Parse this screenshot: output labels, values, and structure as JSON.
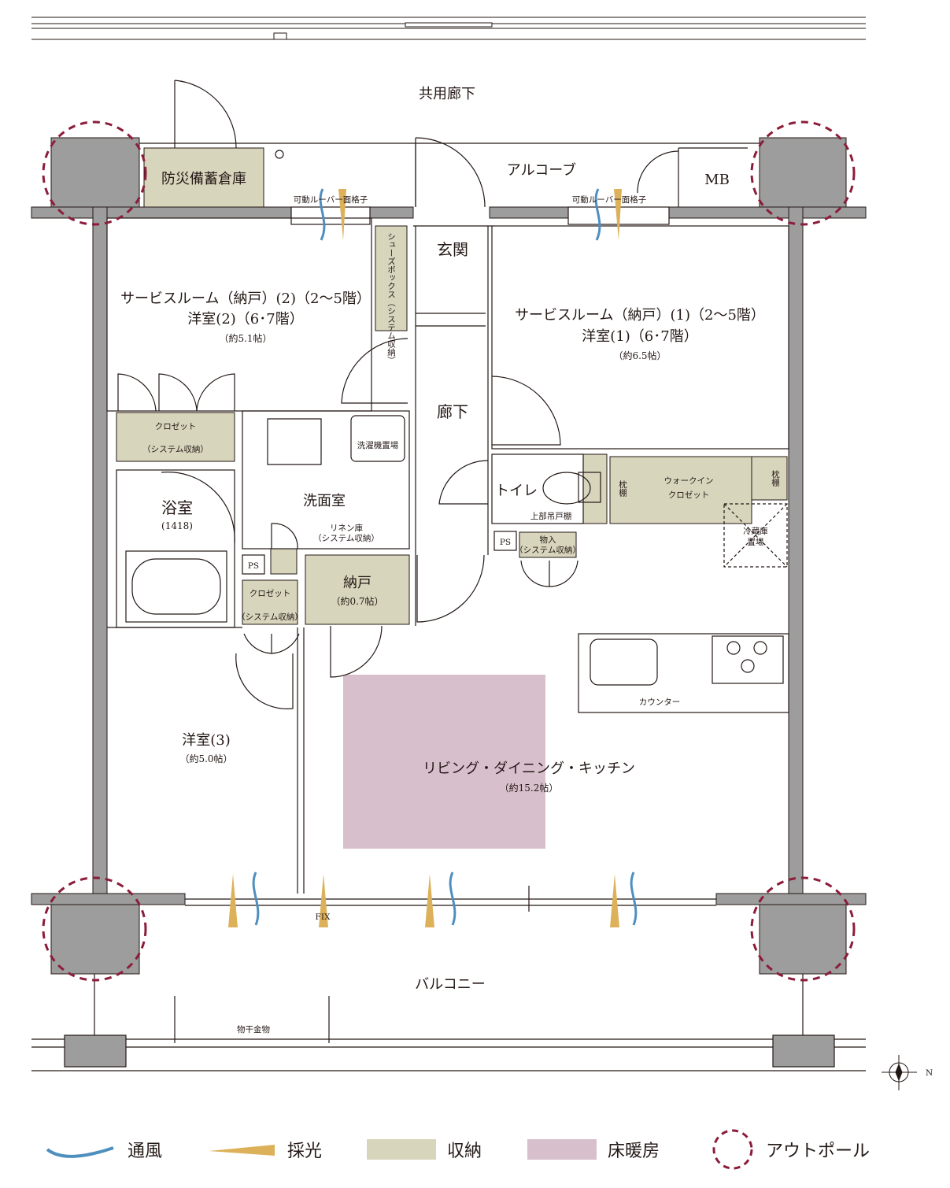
{
  "colors": {
    "wall": "#9d9d9d",
    "storage": "#d8d5bd",
    "floor_heating": "#d8bfcc",
    "wind": "#4f8fbf",
    "light": "#dcb15a",
    "outpole": "#8b1d3a",
    "line": "#231815"
  },
  "areas": {
    "corridor_common": "共用廊下",
    "alcove": "アルコーブ",
    "mb": "MB",
    "disaster_storage": "防災備蓄倉庫",
    "louver_left": "可動ルーバー面格子",
    "louver_right": "可動ルーバー面格子",
    "genkan": "玄関",
    "shoes_box": "シューズボックス（システム収納）",
    "hallway": "廊下",
    "balcony": "バルコニー",
    "fix": "FIX",
    "hanger": "物干金物"
  },
  "rooms": {
    "service2": {
      "l1": "サービスルーム（納戸）(2)（2〜5階）",
      "l2": "洋室(2)（6･7階）",
      "l3": "（約5.1帖）"
    },
    "service1": {
      "l1": "サービスルーム（納戸）(1)（2〜5階）",
      "l2": "洋室(1)（6･7階）",
      "l3": "（約6.5帖）"
    },
    "closet_top": {
      "l1": "クロゼット",
      "l2": "（システム収納）"
    },
    "bath": {
      "l1": "浴室",
      "l2": "(1418)"
    },
    "washroom": "洗面室",
    "washer": "洗濯機置場",
    "linen": {
      "l1": "リネン庫",
      "l2": "（システム収納）"
    },
    "ps_left": "PS",
    "closet_small": {
      "l1": "クロゼット",
      "l2": "（システム収納）"
    },
    "nando": {
      "l1": "納戸",
      "l2": "（約0.7帖）"
    },
    "toilet": "トイレ",
    "upper_shelf": "上部吊戸棚",
    "ps_right": "PS",
    "storage_mono": {
      "l1": "物入",
      "l2": "（システム収納）"
    },
    "pillow_shelf_l": "枕棚",
    "walkin": {
      "l1": "ウォークイン",
      "l2": "クロゼット"
    },
    "pillow_shelf_r": "枕棚",
    "fridge": {
      "l1": "冷蔵庫",
      "l2": "置場"
    },
    "counter": "カウンター",
    "western3": {
      "l1": "洋室(3)",
      "l2": "（約5.0帖）"
    },
    "ldk": {
      "l1": "リビング・ダイニング・キッチン",
      "l2": "（約15.2帖）"
    }
  },
  "compass": "N",
  "legend": [
    {
      "icon": "wind-icon",
      "label": "通風"
    },
    {
      "icon": "light-icon",
      "label": "採光"
    },
    {
      "icon": "storage-swatch",
      "label": "収納"
    },
    {
      "icon": "floor-heating-swatch",
      "label": "床暖房"
    },
    {
      "icon": "outpole-icon",
      "label": "アウトポール"
    }
  ]
}
